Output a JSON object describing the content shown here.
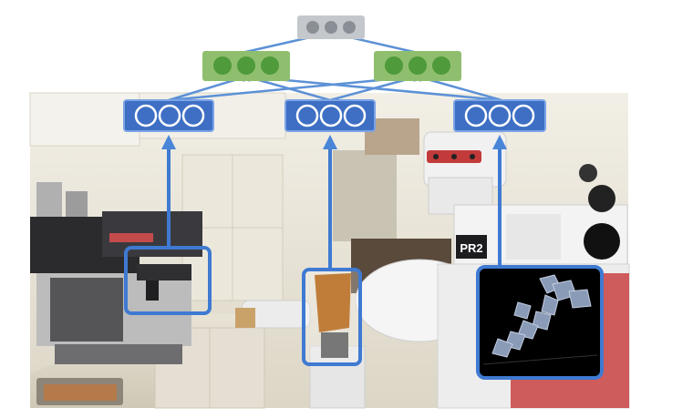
{
  "robot": {
    "badge_text": "PR2"
  },
  "colors": {
    "top_node": "#c4c8cc",
    "top_dot": "#8a8f95",
    "mid_node": "#8fbf6e",
    "mid_dot": "#4f9a3a",
    "bottom_node": "#3e6fc4",
    "bottom_dot": "#ffffff",
    "connector": "#5c91d6",
    "region_border": "#3f7ad2"
  },
  "network": {
    "layers": [
      {
        "name": "top-layer",
        "nodes": 1,
        "units_per_node": 3
      },
      {
        "name": "middle-layer",
        "nodes": 2,
        "units_per_node": 3
      },
      {
        "name": "bottom-layer",
        "nodes": 3,
        "units_per_node": 3
      }
    ]
  },
  "regions": [
    {
      "name": "espresso-machine-region"
    },
    {
      "name": "gripper-region"
    },
    {
      "name": "point-cloud-region"
    }
  ]
}
